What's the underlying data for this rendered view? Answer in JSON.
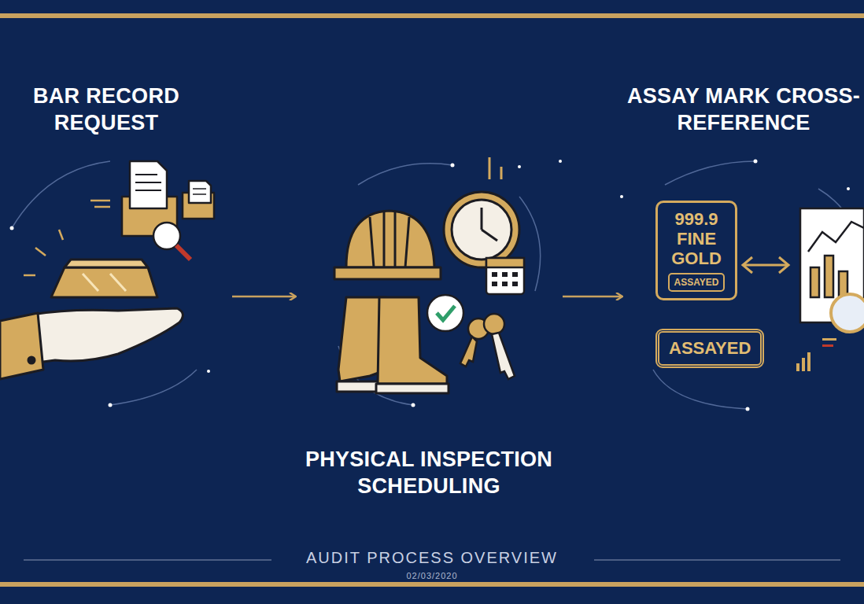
{
  "diagram": {
    "caption": "AUDIT PROCESS OVERVIEW",
    "nodes": [
      {
        "text": [
          "BAR RECORD REQUEST"
        ]
      },
      {
        "text": [
          "PHYSICAL INSPECTION SCHEDULING"
        ]
      },
      {
        "text": [
          "ASSAY MARK CROSS-REFERENCE"
        ]
      },
      {
        "text": [
          "999.9 FINE GOLD"
        ]
      },
      {
        "text": [
          "ASSAYED"
        ],
        "in": 3
      },
      {
        "text": [
          "ASSAYED"
        ]
      }
    ],
    "edges": [
      {
        "from": 0,
        "to": 1,
        "arrow": "to"
      },
      {
        "from": 1,
        "to": 2,
        "arrow": "to"
      }
    ],
    "labels": [
      "02/03/2020"
    ]
  }
}
